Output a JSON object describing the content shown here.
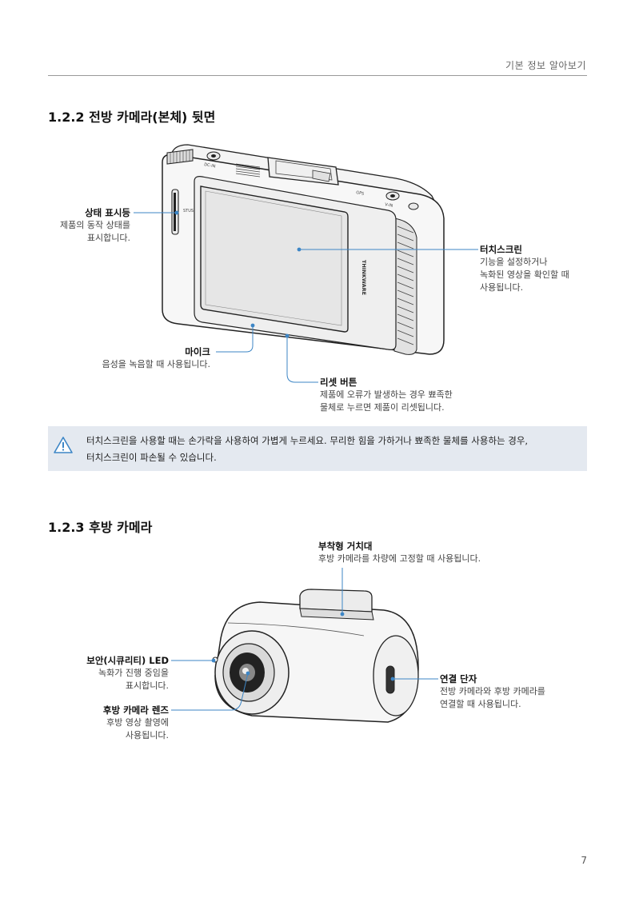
{
  "header": {
    "section_name": "기본 정보 알아보기"
  },
  "section_rear_body": {
    "title": "1.2.2  전방 카메라(본체) 뒷면",
    "device_text": {
      "brand": "THINKWARE",
      "port1": "DC-IN",
      "port2": "GPS",
      "port3": "V-IN",
      "status_label": "STUS"
    },
    "callouts": {
      "status": {
        "title": "상태 표시등",
        "line1": "제품의 동작 상태를",
        "line2": "표시합니다."
      },
      "touch": {
        "title": "터치스크린",
        "line1": "기능을 설정하거나",
        "line2": "녹화된 영상을 확인할 때",
        "line3": "사용됩니다."
      },
      "mic": {
        "title": "마이크",
        "line1": "음성을 녹음할 때 사용됩니다."
      },
      "reset": {
        "title": "리셋 버튼",
        "line1": "제품에 오류가 발생하는 경우 뾰족한",
        "line2": "물체로 누르면 제품이 리셋됩니다."
      }
    },
    "note": {
      "line1": "터치스크린을 사용할 때는 손가락을 사용하여 가볍게 누르세요. 무리한 힘을 가하거나 뾰족한 물체를 사용하는 경우,",
      "line2": "터치스크린이 파손될 수 있습니다."
    }
  },
  "section_rear_camera": {
    "title": "1.2.3  후방 카메라",
    "callouts": {
      "mount": {
        "title": "부착형 거치대",
        "line1": "후방 카메라를 차량에 고정할 때 사용됩니다."
      },
      "led": {
        "title": "보안(시큐리티) LED",
        "line1": "녹화가 진행 중임을",
        "line2": "표시합니다."
      },
      "lens": {
        "title": "후방 카메라 렌즈",
        "line1": "후방 영상 촬영에",
        "line2": "사용됩니다."
      },
      "port": {
        "title": "연결 단자",
        "line1": "전방 카메라와 후방 카메라를",
        "line2": "연결할 때 사용됩니다."
      }
    }
  },
  "page_number": "7",
  "colors": {
    "accent": "#3d86c6",
    "note_bg": "#e4e9f0",
    "rule": "#9a9a9a"
  }
}
